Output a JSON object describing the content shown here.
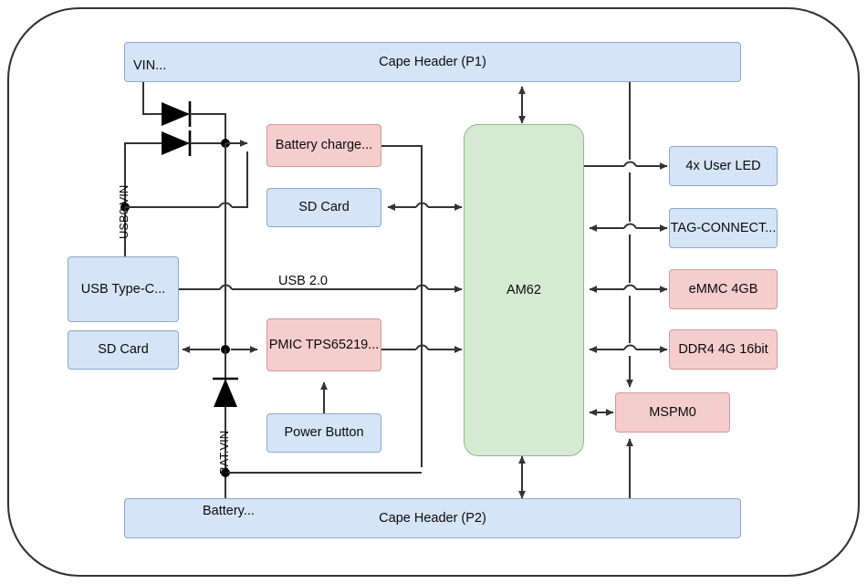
{
  "diagram": {
    "title_visible": false,
    "outline": {
      "shape": "rounded-rectangle"
    },
    "colors": {
      "blue_fill": "#d6e4f7",
      "blue_stroke": "#8aa8cc",
      "red_fill": "#f5cdcc",
      "red_stroke": "#cf9a97",
      "green_fill": "#d6e9d2",
      "green_stroke": "#8fbc87",
      "wire": "#333333",
      "board_outline": "#333333",
      "text": "#0b0b0b"
    },
    "blocks": {
      "cape_header_p1": "Cape Header (P1)",
      "cape_header_p1_left": "VIN...",
      "cape_header_p2": "Cape Header (P2)",
      "cape_header_p2_left": "Battery...",
      "battery_charger": "Battery charge...",
      "sd_card_top": "SD Card",
      "usb_type_c": "USB Type-C...",
      "sd_card_left": "SD Card",
      "pmic": "PMIC TPS65219...",
      "power_button": "Power Button",
      "am62": "AM62",
      "user_led": "4x User LED",
      "tag_connect": "TAG-CONNECT...",
      "emmc": "eMMC 4GB",
      "ddr4": "DDR4 4G 16bit",
      "mspm0": "MSPM0"
    },
    "wire_labels": {
      "usb0_vin": "USB0 VIN",
      "bat_vin": "BAT.VIN",
      "usb20": "USB 2.0"
    },
    "symbols": {
      "diode_top": "diode",
      "diode_middle": "diode",
      "diode_bottom": "diode"
    }
  }
}
